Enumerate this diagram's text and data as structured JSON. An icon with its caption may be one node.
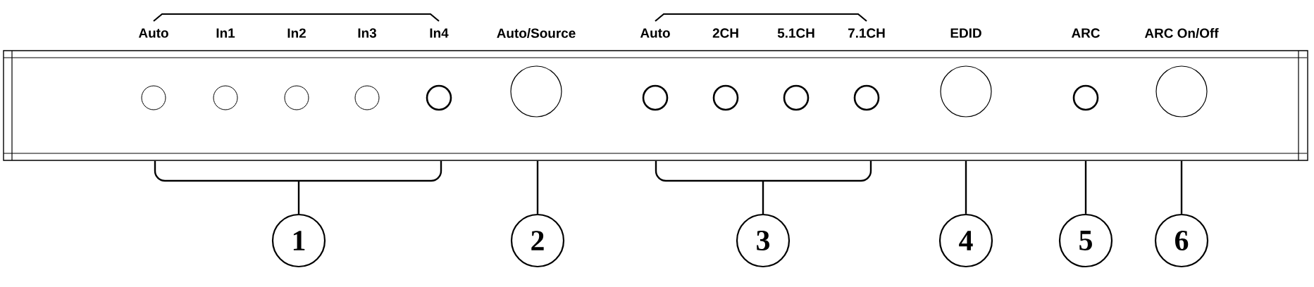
{
  "diagram": {
    "nodes": [
      {
        "text": [],
        "shape": "box"
      },
      {
        "text": [],
        "shape": "circle",
        "in": 0,
        "beside": [
          "Auto"
        ]
      },
      {
        "text": [],
        "shape": "circle",
        "in": 0,
        "beside": [
          "In1"
        ]
      },
      {
        "text": [],
        "shape": "circle",
        "in": 0,
        "beside": [
          "In2"
        ]
      },
      {
        "text": [],
        "shape": "circle",
        "in": 0,
        "beside": [
          "In3"
        ]
      },
      {
        "text": [],
        "shape": "circle",
        "in": 0,
        "beside": [
          "In4"
        ]
      },
      {
        "text": [],
        "shape": "circle",
        "in": 0,
        "beside": [
          "Auto/Source"
        ]
      },
      {
        "text": [],
        "shape": "circle",
        "in": 0,
        "beside": [
          "Auto"
        ]
      },
      {
        "text": [],
        "shape": "circle",
        "in": 0,
        "beside": [
          "2CH"
        ]
      },
      {
        "text": [],
        "shape": "circle",
        "in": 0,
        "beside": [
          "5.1CH"
        ]
      },
      {
        "text": [],
        "shape": "circle",
        "in": 0,
        "beside": [
          "7.1CH"
        ]
      },
      {
        "text": [],
        "shape": "circle",
        "in": 0,
        "beside": [
          "EDID"
        ]
      },
      {
        "text": [],
        "shape": "circle",
        "in": 0,
        "beside": [
          "ARC"
        ]
      },
      {
        "text": [],
        "shape": "circle",
        "in": 0,
        "beside": [
          "ARC On/Off"
        ]
      },
      {
        "text": [
          "1"
        ]
      },
      {
        "text": [
          "2"
        ]
      },
      {
        "text": [
          "3"
        ]
      },
      {
        "text": [
          "4"
        ]
      },
      {
        "text": [
          "5"
        ]
      },
      {
        "text": [
          "6"
        ]
      }
    ],
    "edges": [
      {
        "from": 14,
        "to": 0,
        "arrow": "none"
      },
      {
        "from": 15,
        "to": 0,
        "arrow": "none"
      },
      {
        "from": 16,
        "to": 0,
        "arrow": "none"
      },
      {
        "from": 17,
        "to": 0,
        "arrow": "none"
      },
      {
        "from": 18,
        "to": 0,
        "arrow": "none"
      },
      {
        "from": 19,
        "to": 0,
        "arrow": "none"
      }
    ]
  }
}
